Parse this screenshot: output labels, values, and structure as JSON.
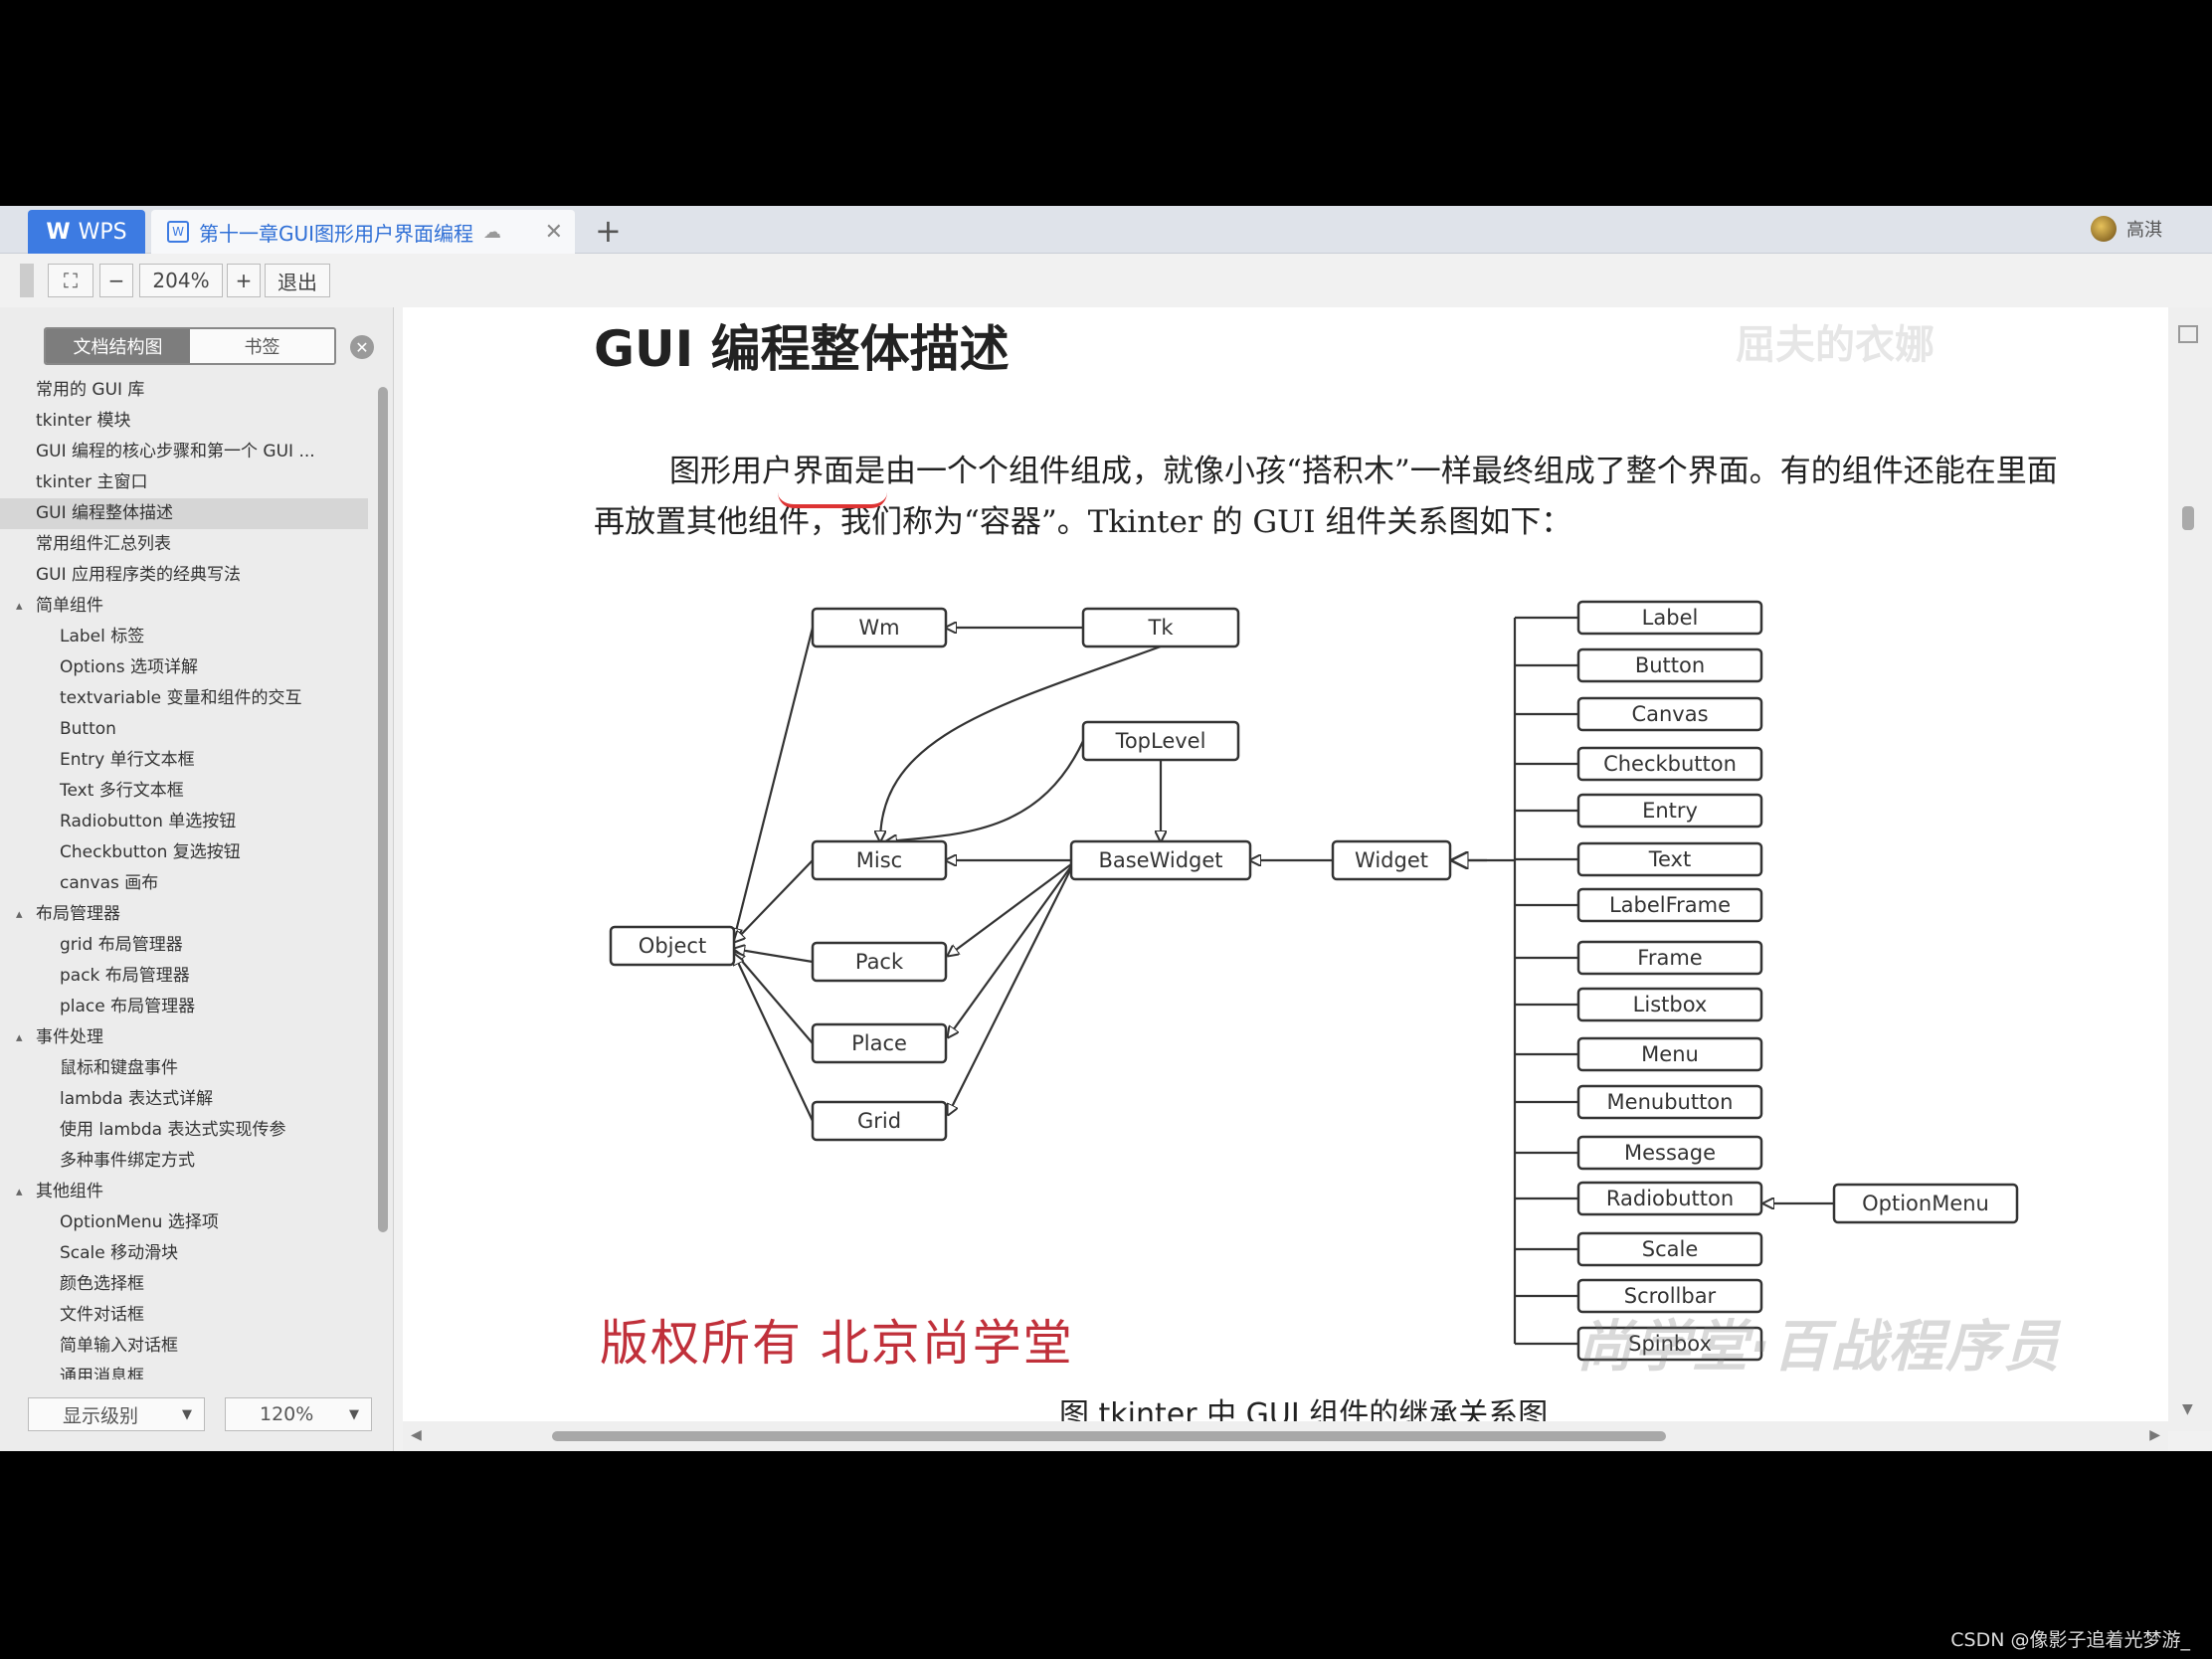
{
  "tabs": {
    "wps_label": "WPS",
    "doc_title": "第十一章GUI图形用户界面编程",
    "close_glyph": "✕",
    "new_glyph": "+"
  },
  "user": {
    "name": "高淇"
  },
  "toolbar": {
    "zoom": "204%",
    "minus": "−",
    "plus": "+",
    "exit": "退出"
  },
  "sidebar": {
    "tabs": [
      "文档结构图",
      "书签"
    ],
    "items": [
      {
        "label": "常用的 GUI 库",
        "level": 1
      },
      {
        "label": "tkinter 模块",
        "level": 1
      },
      {
        "label": "GUI 编程的核心步骤和第一个 GUI ...",
        "level": 1
      },
      {
        "label": "tkinter 主窗口",
        "level": 1
      },
      {
        "label": "GUI 编程整体描述",
        "level": 1,
        "selected": true
      },
      {
        "label": "常用组件汇总列表",
        "level": 1
      },
      {
        "label": "GUI 应用程序类的经典写法",
        "level": 1
      },
      {
        "label": "简单组件",
        "level": 1,
        "expandable": true
      },
      {
        "label": "Label 标签",
        "level": 2
      },
      {
        "label": "Options 选项详解",
        "level": 2
      },
      {
        "label": "textvariable 变量和组件的交互",
        "level": 2
      },
      {
        "label": "Button",
        "level": 2
      },
      {
        "label": "Entry 单行文本框",
        "level": 2
      },
      {
        "label": "Text 多行文本框",
        "level": 2
      },
      {
        "label": "Radiobutton 单选按钮",
        "level": 2
      },
      {
        "label": "Checkbutton 复选按钮",
        "level": 2
      },
      {
        "label": "canvas 画布",
        "level": 2
      },
      {
        "label": "布局管理器",
        "level": 1,
        "expandable": true
      },
      {
        "label": "grid 布局管理器",
        "level": 2
      },
      {
        "label": "pack 布局管理器",
        "level": 2
      },
      {
        "label": "place 布局管理器",
        "level": 2
      },
      {
        "label": "事件处理",
        "level": 1,
        "expandable": true
      },
      {
        "label": "鼠标和键盘事件",
        "level": 2
      },
      {
        "label": "lambda 表达式详解",
        "level": 2
      },
      {
        "label": "使用 lambda 表达式实现传参",
        "level": 2
      },
      {
        "label": "多种事件绑定方式",
        "level": 2
      },
      {
        "label": "其他组件",
        "level": 1,
        "expandable": true
      },
      {
        "label": "OptionMenu 选择项",
        "level": 2
      },
      {
        "label": "Scale 移动滑块",
        "level": 2
      },
      {
        "label": "颜色选择框",
        "level": 2
      },
      {
        "label": "文件对话框",
        "level": 2
      },
      {
        "label": "简单输入对话框",
        "level": 2
      },
      {
        "label": "通用消息框",
        "level": 2
      }
    ],
    "display_level": "显示级别",
    "zoom_select": "120%"
  },
  "document": {
    "heading": "GUI 编程整体描述",
    "paragraph": "图形用户界面是由一个个组件组成，就像小孩“搭积木”一样最终组成了整个界面。有的组件还能在里面再放置其他组件，我们称为“容器”。Tkinter 的 GUI 组件关系图如下：",
    "copyright": "版权所有 北京尚学堂",
    "caption": "图   tkinter 中 GUI 组件的继承关系图",
    "watermark": "尚学堂·百战程序员",
    "watermark_top": "屈夫的衣娜"
  },
  "diagram": {
    "nodes": {
      "wm": "Wm",
      "tk": "Tk",
      "toplevel": "TopLevel",
      "misc": "Misc",
      "basewidget": "BaseWidget",
      "widget": "Widget",
      "object": "Object",
      "pack": "Pack",
      "place": "Place",
      "grid": "Grid",
      "optionmenu": "OptionMenu"
    },
    "widgets": [
      "Label",
      "Button",
      "Canvas",
      "Checkbutton",
      "Entry",
      "Text",
      "LabelFrame",
      "Frame",
      "Listbox",
      "Menu",
      "Menubutton",
      "Message",
      "Radiobutton",
      "Scale",
      "Scrollbar",
      "Spinbox"
    ]
  },
  "credit": "CSDN @像影子追着光梦游_",
  "colors": {
    "accent": "#3d7be2",
    "copyright": "#c0303a"
  }
}
